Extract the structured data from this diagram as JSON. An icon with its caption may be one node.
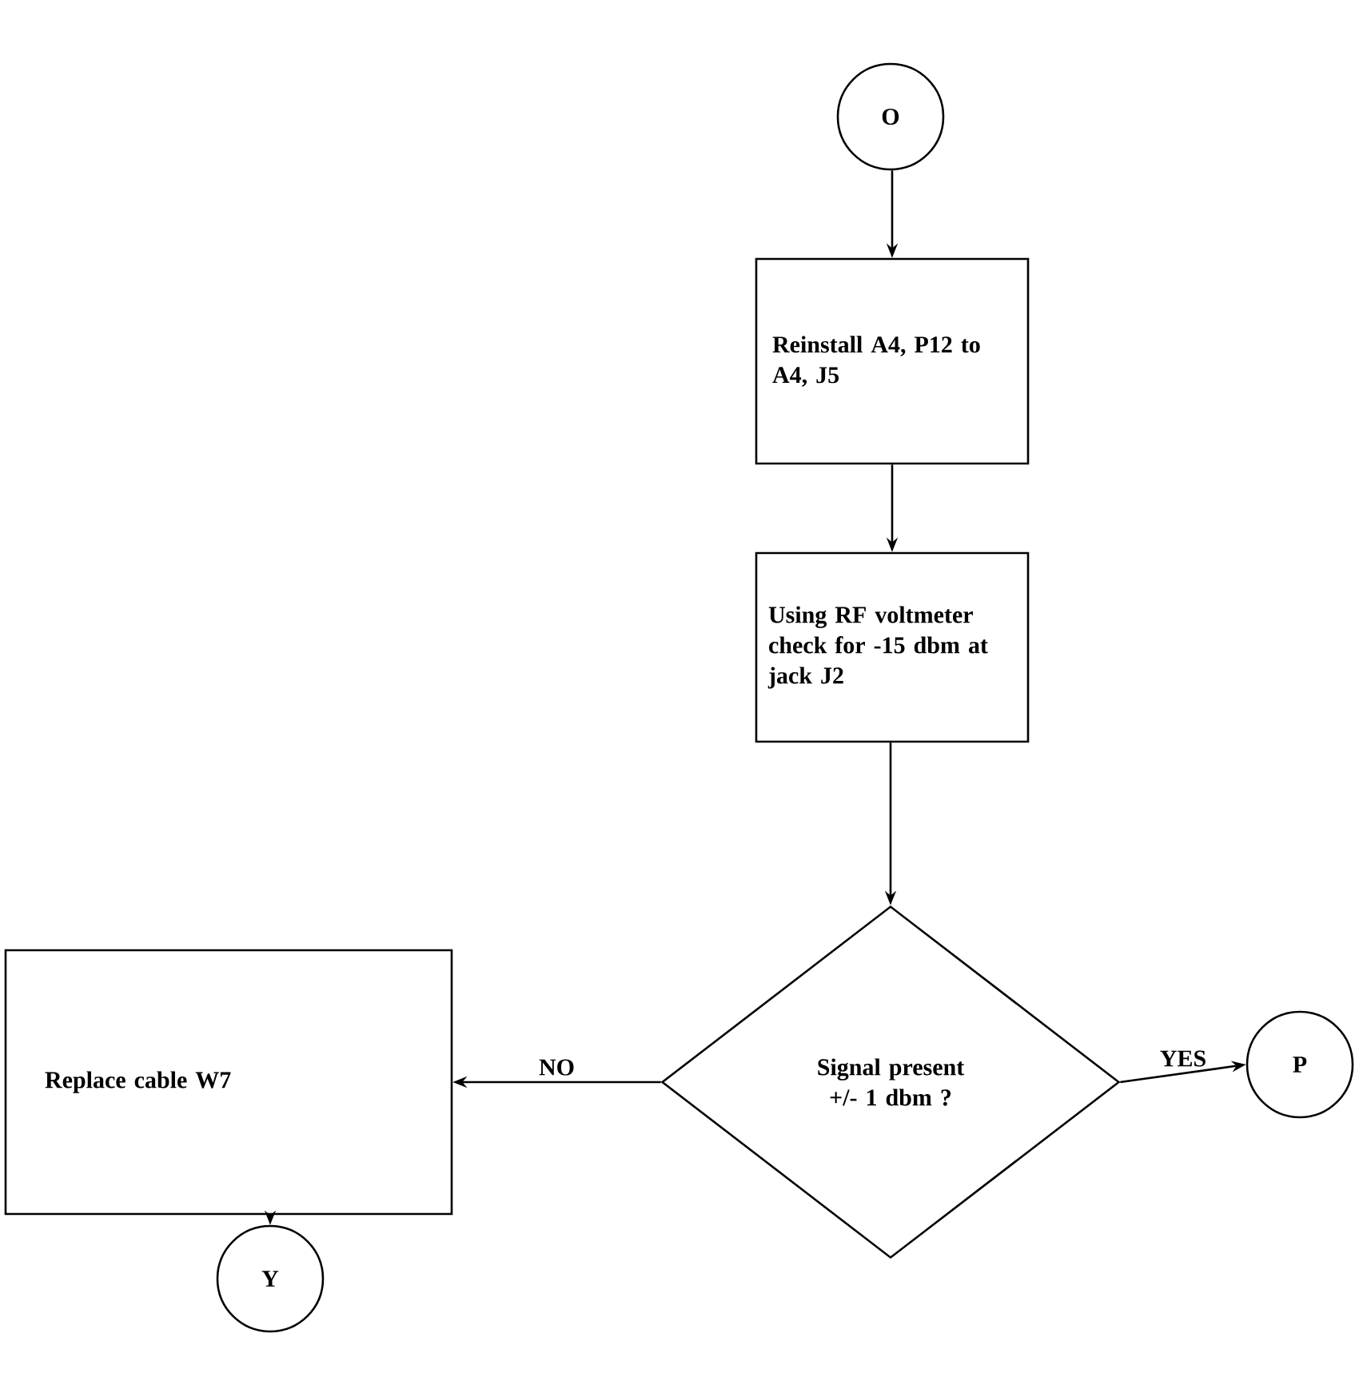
{
  "diagram": {
    "nodes": [
      {
        "text": [
          "O"
        ]
      },
      {
        "text": [
          "Reinstall A4, P12 to A4, J5"
        ]
      },
      {
        "text": [
          "Using RF voltmeter check for -15 dbm at jack J2"
        ]
      },
      {
        "text": [
          "Signal present +/- 1 dbm ?"
        ]
      },
      {
        "text": [
          "Replace cable W7"
        ]
      },
      {
        "text": [
          "P"
        ]
      },
      {
        "text": [
          "Y"
        ]
      }
    ],
    "edges": [
      {
        "from": 0,
        "to": 1,
        "arrow": "to"
      },
      {
        "from": 1,
        "to": 2,
        "arrow": "to"
      },
      {
        "from": 2,
        "to": 3,
        "arrow": "to"
      },
      {
        "from": 3,
        "to": 4,
        "arrow": "to",
        "label": "NO"
      },
      {
        "from": 3,
        "to": 5,
        "arrow": "to",
        "label": "YES"
      },
      {
        "from": 4,
        "to": 6,
        "arrow": "to"
      }
    ]
  }
}
